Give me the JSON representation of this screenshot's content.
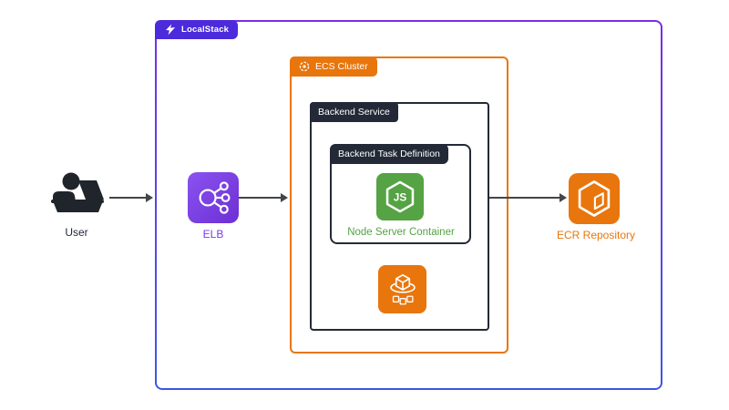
{
  "diagram": {
    "title_tab": {
      "label": "LocalStack"
    },
    "ecs_cluster": {
      "label": "ECS Cluster"
    },
    "backend_service": {
      "label": "Backend Service"
    },
    "task_definition": {
      "label": "Backend Task Definition"
    },
    "nodes": {
      "user": {
        "label": "User"
      },
      "elb": {
        "label": "ELB"
      },
      "node_container": {
        "label": "Node Server Container"
      },
      "ecr": {
        "label": "ECR Repository"
      }
    },
    "colors": {
      "localstack_tab": "#4B2BDB",
      "outer_border_top": "#7B2BE8",
      "outer_border_bottom": "#3D56E3",
      "aws_orange": "#E8760D",
      "dark_label": "#232936",
      "node_green": "#55A344",
      "elb_purple": "#7C3AED",
      "arrow": "#42464B"
    }
  }
}
